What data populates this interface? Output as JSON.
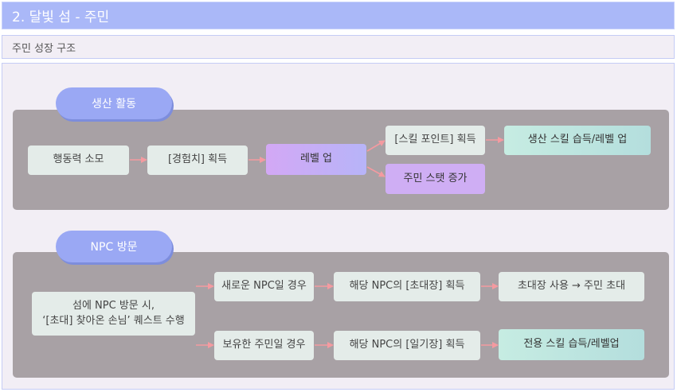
{
  "header": {
    "title": "2. 달빛 섬 - 주민"
  },
  "subheader": {
    "text": "주민 성장 구조"
  },
  "production": {
    "label": "생산 활동",
    "nodes": {
      "stamina": "행동력 소모",
      "exp": "[경험치] 획득",
      "levelup": "레벨 업",
      "skillpoint": "[스킬 포인트] 획득",
      "skill_learn": "생산 스킬 습득/레벨 업",
      "stat_up": "주민 스탯 증가"
    }
  },
  "npc_visit": {
    "label": "NPC 방문",
    "nodes": {
      "trigger_line1": "섬에 NPC 방문 시,",
      "trigger_line2": "‘[초대] 찾아온 손님’ 퀘스트 수행",
      "new_npc": "새로운 NPC일 경우",
      "get_invite": "해당 NPC의 [초대장] 획득",
      "use_invite": "초대장 사용 → 주민 초대",
      "owned": "보유한 주민일 경우",
      "get_diary": "해당 NPC의 [일기장] 획득",
      "exclusive_skill": "전용 스킬 습득/레벨업"
    }
  },
  "colors": {
    "title_bg": "#aab8f8",
    "panel_bg": "#a8a1a5",
    "arrow": "#f49aa0",
    "pill": "#9aa8f4"
  }
}
